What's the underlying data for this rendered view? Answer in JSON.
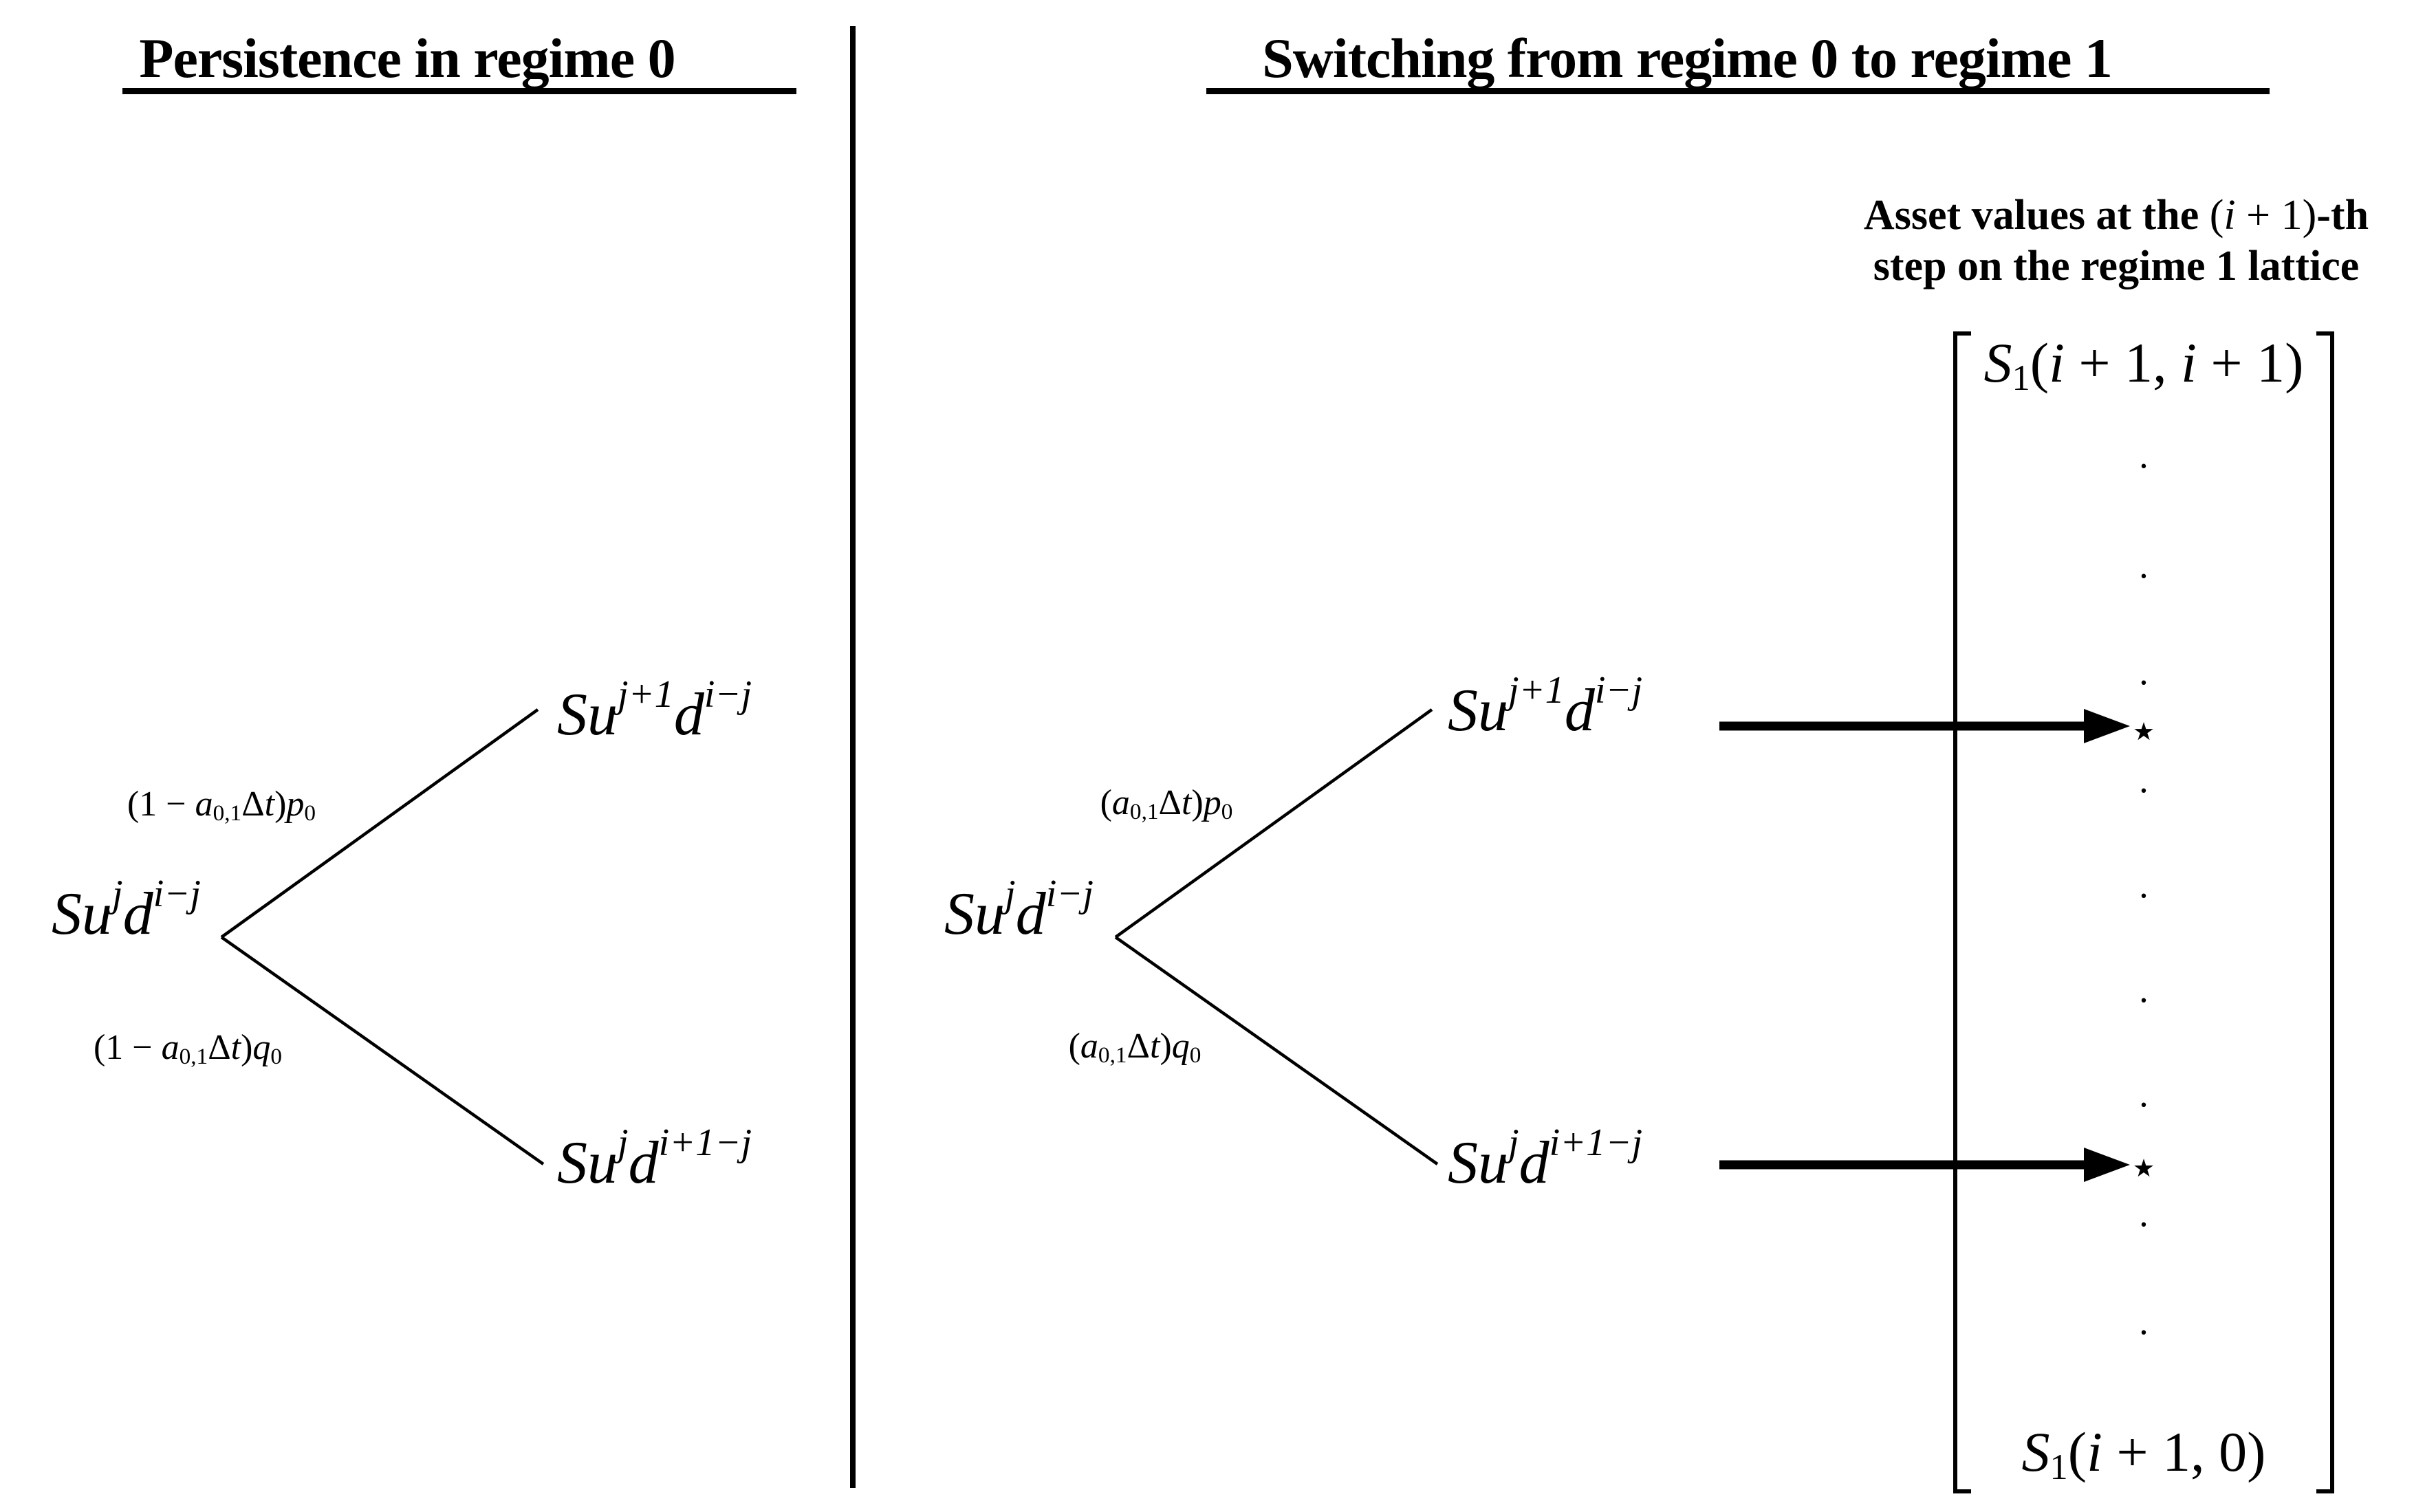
{
  "page": {
    "background": "#ffffff",
    "ink": "#000000"
  },
  "left_panel": {
    "title": "Persistence in regime 0",
    "tree": {
      "root": [
        {
          "t": "Su",
          "s": "i"
        },
        {
          "t": "j",
          "s": "sup"
        },
        {
          "t": "d",
          "s": "i"
        },
        {
          "t": "i−j",
          "s": "sup"
        }
      ],
      "up_node": [
        {
          "t": "Su",
          "s": "i"
        },
        {
          "t": "j+1",
          "s": "sup"
        },
        {
          "t": "d",
          "s": "i"
        },
        {
          "t": "i−j",
          "s": "sup"
        }
      ],
      "down_node": [
        {
          "t": "Su",
          "s": "i"
        },
        {
          "t": "j",
          "s": "sup"
        },
        {
          "t": "d",
          "s": "i"
        },
        {
          "t": "i+1−j",
          "s": "sup"
        }
      ],
      "up_prob": [
        {
          "t": "(1 − ",
          "s": "n"
        },
        {
          "t": "a",
          "s": "i"
        },
        {
          "t": "0,1",
          "s": "sub"
        },
        {
          "t": "Δ",
          "s": "n"
        },
        {
          "t": "t",
          "s": "i"
        },
        {
          "t": ")",
          "s": "n"
        },
        {
          "t": "p",
          "s": "i"
        },
        {
          "t": "0",
          "s": "sub"
        }
      ],
      "down_prob": [
        {
          "t": "(1 − ",
          "s": "n"
        },
        {
          "t": "a",
          "s": "i"
        },
        {
          "t": "0,1",
          "s": "sub"
        },
        {
          "t": "Δ",
          "s": "n"
        },
        {
          "t": "t",
          "s": "i"
        },
        {
          "t": ")",
          "s": "n"
        },
        {
          "t": "q",
          "s": "i"
        },
        {
          "t": "0",
          "s": "sub"
        }
      ]
    }
  },
  "right_panel": {
    "title": "Switching from regime 0 to regime 1",
    "tree": {
      "root": [
        {
          "t": "Su",
          "s": "i"
        },
        {
          "t": "j",
          "s": "sup"
        },
        {
          "t": "d",
          "s": "i"
        },
        {
          "t": "i−j",
          "s": "sup"
        }
      ],
      "up_node": [
        {
          "t": "Su",
          "s": "i"
        },
        {
          "t": "j+1",
          "s": "sup"
        },
        {
          "t": "d",
          "s": "i"
        },
        {
          "t": "i−j",
          "s": "sup"
        }
      ],
      "down_node": [
        {
          "t": "Su",
          "s": "i"
        },
        {
          "t": "j",
          "s": "sup"
        },
        {
          "t": "d",
          "s": "i"
        },
        {
          "t": "i+1−j",
          "s": "sup"
        }
      ],
      "up_prob": [
        {
          "t": "(",
          "s": "n"
        },
        {
          "t": "a",
          "s": "i"
        },
        {
          "t": "0,1",
          "s": "sub"
        },
        {
          "t": "Δ",
          "s": "n"
        },
        {
          "t": "t",
          "s": "i"
        },
        {
          "t": ")",
          "s": "n"
        },
        {
          "t": "p",
          "s": "i"
        },
        {
          "t": "0",
          "s": "sub"
        }
      ],
      "down_prob": [
        {
          "t": "(",
          "s": "n"
        },
        {
          "t": "a",
          "s": "i"
        },
        {
          "t": "0,1",
          "s": "sub"
        },
        {
          "t": "Δ",
          "s": "n"
        },
        {
          "t": "t",
          "s": "i"
        },
        {
          "t": ")",
          "s": "n"
        },
        {
          "t": "q",
          "s": "i"
        },
        {
          "t": "0",
          "s": "sub"
        }
      ]
    },
    "vector": {
      "header_line1": [
        {
          "t": "Asset values at the ",
          "s": "n"
        },
        {
          "t": "(",
          "s": "m"
        },
        {
          "t": "i",
          "s": "im"
        },
        {
          "t": " + 1",
          "s": "m"
        },
        {
          "t": ")",
          "s": "m"
        },
        {
          "t": "-th",
          "s": "n"
        }
      ],
      "header_line2": "step on the regime 1 lattice",
      "top_entry": [
        {
          "t": "S",
          "s": "i"
        },
        {
          "t": "1",
          "s": "sub"
        },
        {
          "t": "(",
          "s": "n"
        },
        {
          "t": "i",
          "s": "i"
        },
        {
          "t": " + 1, ",
          "s": "n"
        },
        {
          "t": "i",
          "s": "i"
        },
        {
          "t": " + 1)",
          "s": "n"
        }
      ],
      "bottom_entry": [
        {
          "t": "S",
          "s": "i"
        },
        {
          "t": "1",
          "s": "sub"
        },
        {
          "t": "(",
          "s": "n"
        },
        {
          "t": "i",
          "s": "i"
        },
        {
          "t": " + 1, 0)",
          "s": "n"
        }
      ],
      "dot": "•",
      "star": "⋆"
    }
  }
}
